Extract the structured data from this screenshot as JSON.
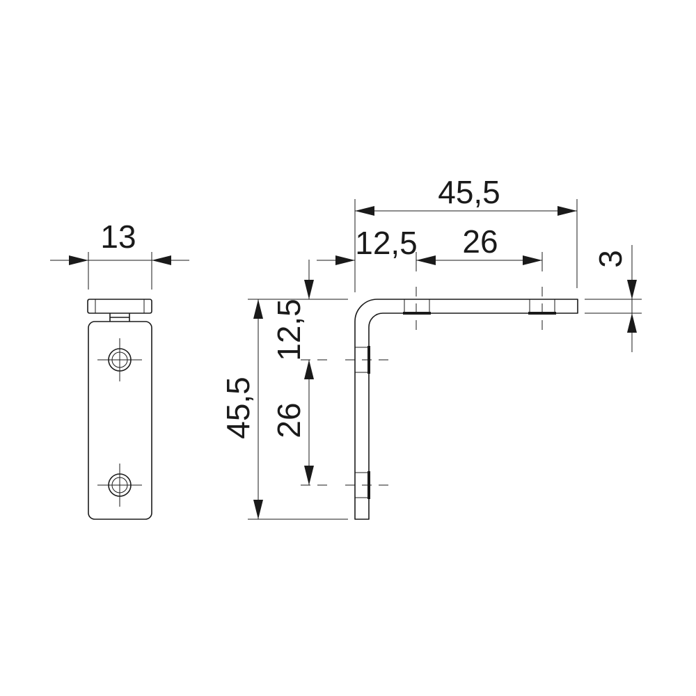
{
  "drawing": {
    "front_view": {
      "width_dim": "13"
    },
    "side_view": {
      "overall_width_dim": "45,5",
      "top_edge_offset_dim": "12,5",
      "top_hole_spacing_dim": "26",
      "thickness_dim": "3",
      "overall_height_dim": "45,5",
      "vertical_edge_offset_dim": "12,5",
      "vertical_hole_spacing_dim": "26"
    }
  }
}
